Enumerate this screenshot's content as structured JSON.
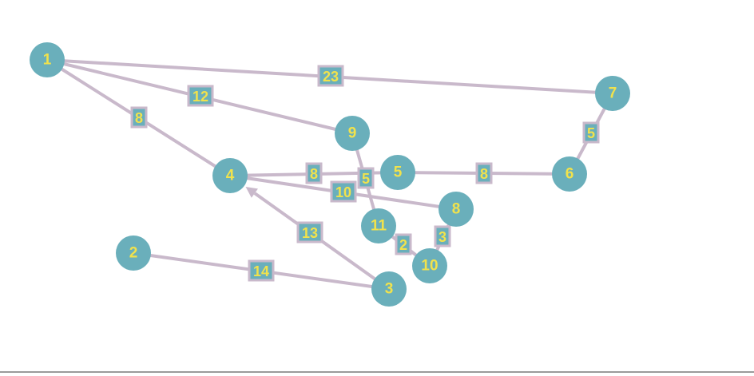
{
  "colors": {
    "node_fill": "#6aafbb",
    "node_label": "#f1e24c",
    "edge": "#c9b9cb",
    "weight_box_fill": "#6aafbb",
    "weight_box_border": "#c9b9cb",
    "weight_text": "#f1e24c",
    "arrow": "#c9b9cb"
  },
  "graph": {
    "nodes": [
      {
        "id": "1",
        "label": "1"
      },
      {
        "id": "2",
        "label": "2"
      },
      {
        "id": "3",
        "label": "3"
      },
      {
        "id": "4",
        "label": "4"
      },
      {
        "id": "5",
        "label": "5"
      },
      {
        "id": "6",
        "label": "6"
      },
      {
        "id": "7",
        "label": "7"
      },
      {
        "id": "8",
        "label": "8"
      },
      {
        "id": "9",
        "label": "9"
      },
      {
        "id": "10",
        "label": "10"
      },
      {
        "id": "11",
        "label": "11"
      }
    ],
    "edges": [
      {
        "from": "1",
        "to": "7",
        "weight": "23",
        "directed": false
      },
      {
        "from": "1",
        "to": "9",
        "weight": "12",
        "directed": false
      },
      {
        "from": "1",
        "to": "4",
        "weight": "8",
        "directed": false
      },
      {
        "from": "7",
        "to": "6",
        "weight": "5",
        "directed": false
      },
      {
        "from": "4",
        "to": "5",
        "weight": "8",
        "directed": false
      },
      {
        "from": "5",
        "to": "6",
        "weight": "8",
        "directed": false
      },
      {
        "from": "4",
        "to": "8",
        "weight": "10",
        "directed": false
      },
      {
        "from": "9",
        "to": "11",
        "weight": "5",
        "directed": false
      },
      {
        "from": "11",
        "to": "10",
        "weight": "2",
        "directed": false
      },
      {
        "from": "8",
        "to": "10",
        "weight": "3",
        "directed": false
      },
      {
        "from": "3",
        "to": "4",
        "weight": "13",
        "directed": true
      },
      {
        "from": "2",
        "to": "3",
        "weight": "14",
        "directed": false
      }
    ]
  }
}
